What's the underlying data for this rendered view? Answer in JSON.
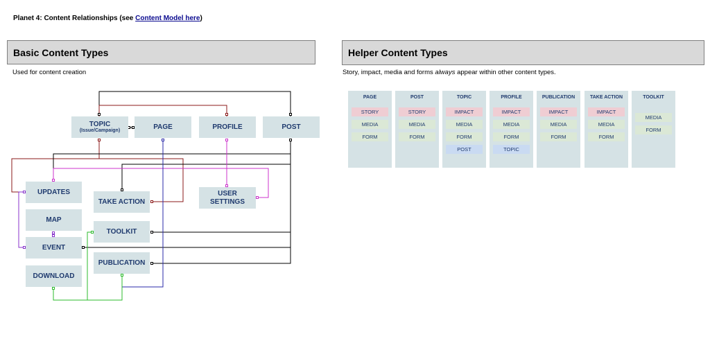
{
  "page_title": {
    "prefix": "Planet 4: Content Relationships (see ",
    "link": " Content Model here",
    "suffix": ")"
  },
  "basic": {
    "header": "Basic Content Types",
    "subtitle": "Used for content creation",
    "nodes": {
      "topic": "TOPIC",
      "topic_sub": "(Issue/Campaign)",
      "page": "PAGE",
      "profile": "PROFILE",
      "post": "POST",
      "updates": "UPDATES",
      "map": "MAP",
      "event": "EVENT",
      "download": "DOWNLOAD",
      "take_action": "TAKE ACTION",
      "toolkit": "TOOLKIT",
      "publication": "PUBLICATION",
      "user_settings_1": "USER",
      "user_settings_2": "SETTINGS"
    }
  },
  "helper": {
    "header": "Helper Content Types",
    "subtitle_1": "Story, impact, media and forms ",
    "subtitle_em": "always",
    "subtitle_2": " appear within other content types.",
    "cards": [
      {
        "title": "PAGE",
        "items": [
          "STORY",
          "MEDIA",
          "FORM"
        ]
      },
      {
        "title": "POST",
        "items": [
          "STORY",
          "MEDIA",
          "FORM"
        ]
      },
      {
        "title": "TOPIC",
        "items": [
          "IMPACT",
          "MEDIA",
          "FORM",
          "POST"
        ]
      },
      {
        "title": "PROFILE",
        "items": [
          "IMPACT",
          "MEDIA",
          "FORM",
          "TOPIC"
        ]
      },
      {
        "title": "PUBLICATION",
        "items": [
          "IMPACT",
          "MEDIA",
          "FORM"
        ]
      },
      {
        "title": "TAKE ACTION",
        "items": [
          "IMPACT",
          "MEDIA",
          "FORM"
        ]
      },
      {
        "title": "TOOLKIT",
        "items": [
          "MEDIA",
          "FORM"
        ]
      }
    ]
  },
  "colors": {
    "node_fill": "#d5e2e5",
    "node_text": "#1f3a6e",
    "story_impact": "#efcdd3",
    "media_form": "#dbe8d6",
    "post_topic": "#c9daf2",
    "line_black": "#000000",
    "line_darkred": "#8b1a1a",
    "line_magenta": "#cc33cc",
    "line_purple": "#8833cc",
    "line_blue": "#2a2aa8",
    "line_green": "#2dbb2d"
  }
}
